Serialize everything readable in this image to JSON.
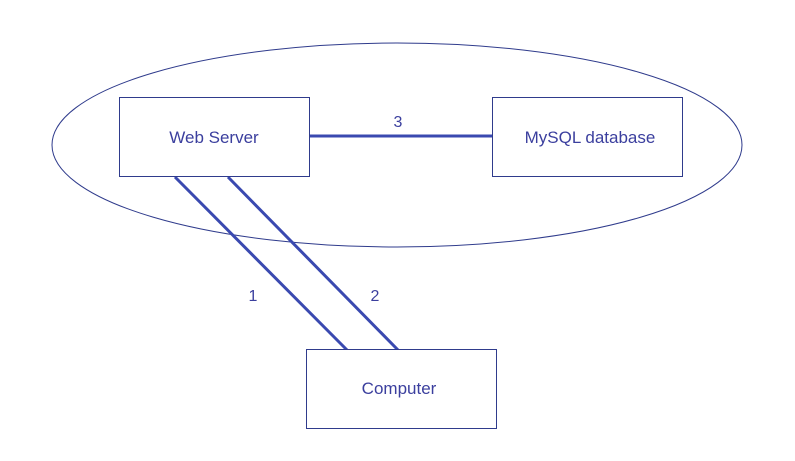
{
  "diagram": {
    "nodes": {
      "web_server": "Web Server",
      "mysql": "MySQL database",
      "computer": "Computer"
    },
    "edges": {
      "e1": "1",
      "e2": "2",
      "e3": "3"
    }
  },
  "colors": {
    "stroke": "#2f3b8c",
    "line": "#3a49b0",
    "text": "#3b3f9e",
    "background": "#ffffff"
  }
}
